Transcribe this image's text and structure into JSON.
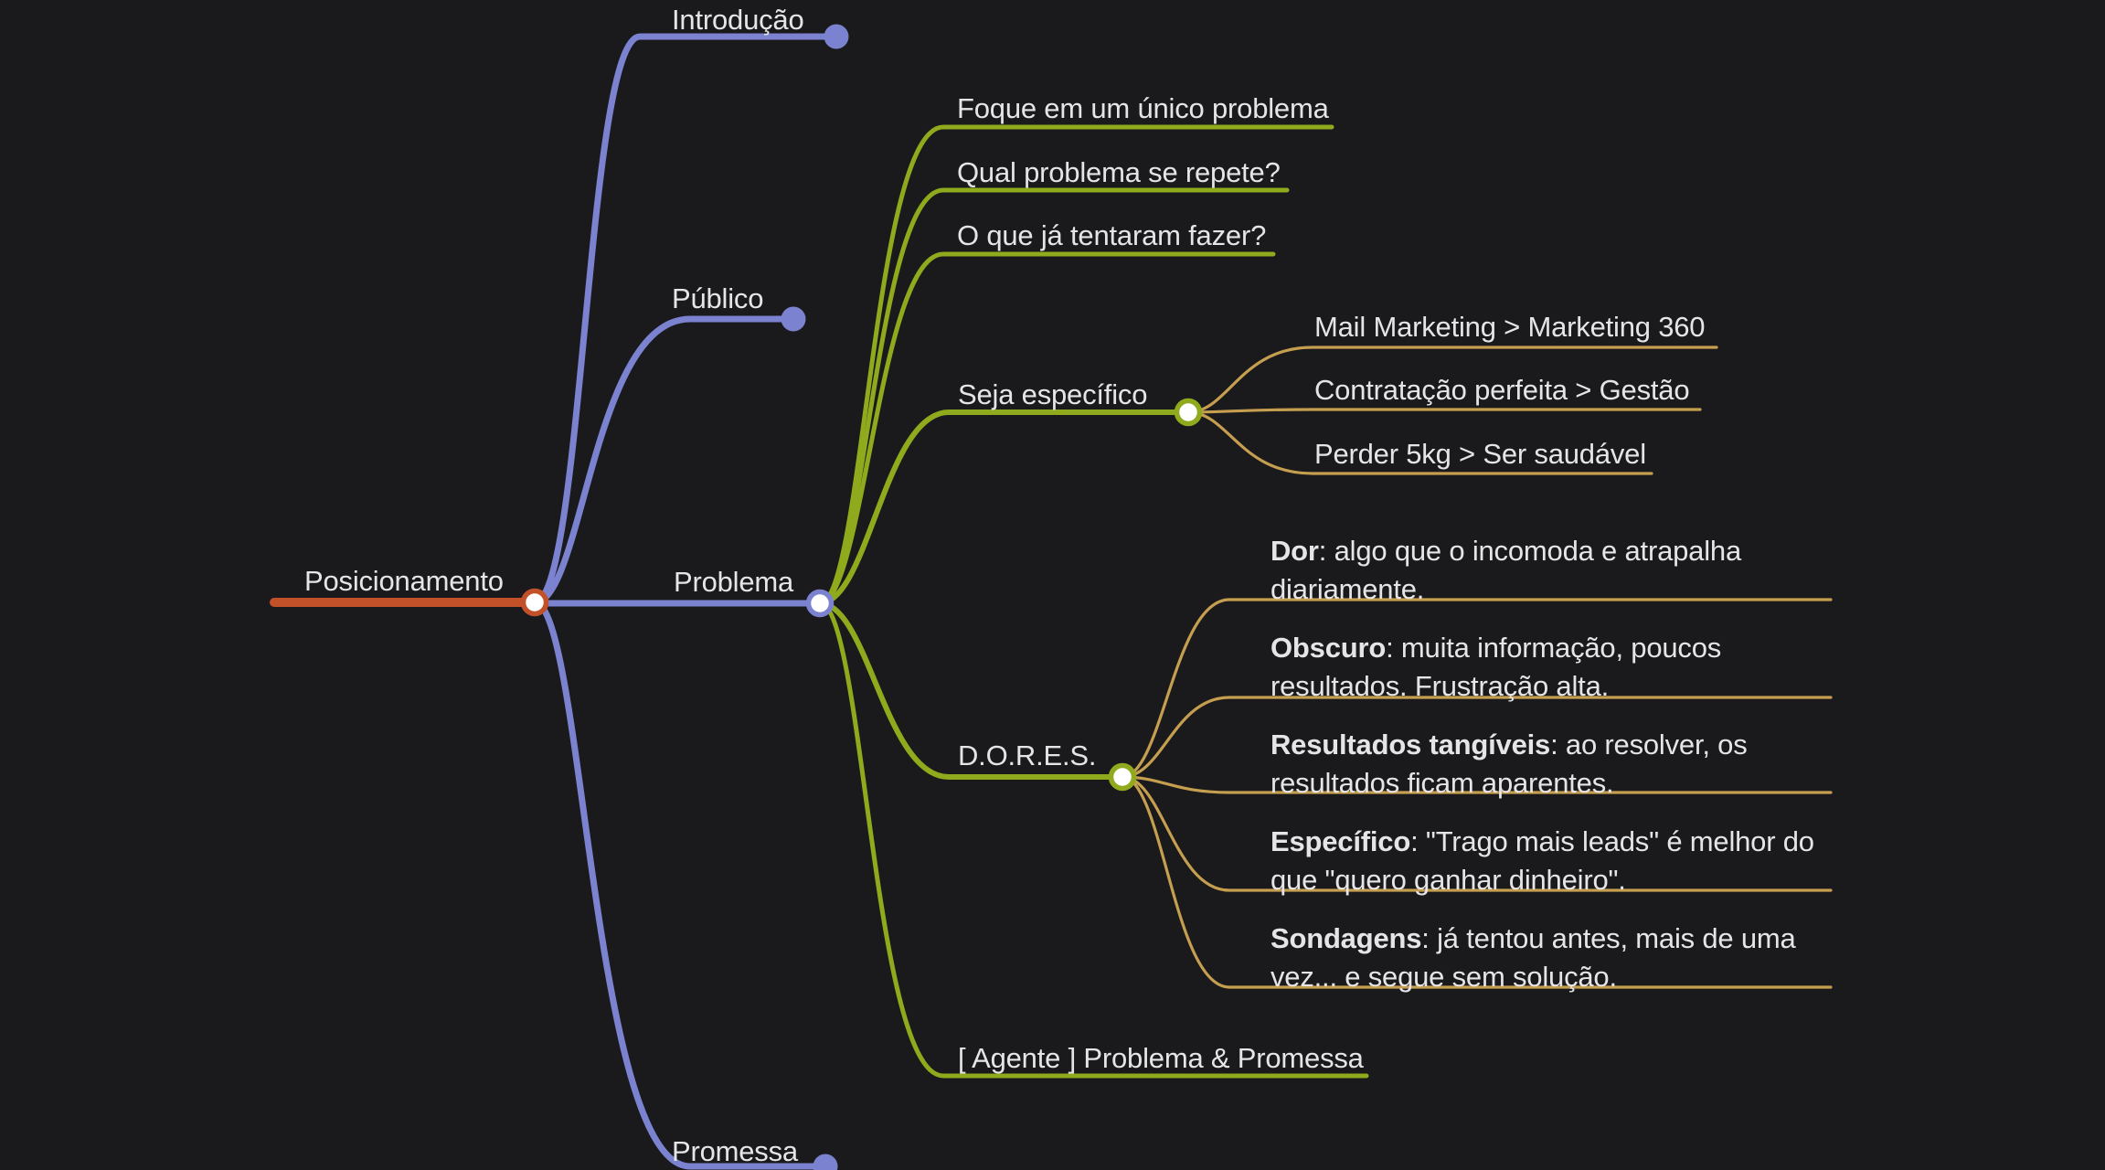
{
  "palette": {
    "background": "#1A1A1C",
    "text": "#E5E5E7",
    "root_branch": "#C25028",
    "level1_branch": "#7B82D0",
    "level2_branch": "#8FAA1D",
    "level3_branch": "#C59F4F",
    "node_fill": "#FFFFFF"
  },
  "root": {
    "label": "Posicionamento"
  },
  "branches": {
    "introducao": {
      "label": "Introdução"
    },
    "publico": {
      "label": "Público"
    },
    "problema": {
      "label": "Problema",
      "children": {
        "foque": {
          "label": "Foque em um único problema"
        },
        "qual": {
          "label": "Qual problema se repete?"
        },
        "o_que": {
          "label": "O que já tentaram fazer?"
        },
        "seja_especifico": {
          "label": "Seja específico",
          "children": [
            {
              "label": "Mail Marketing > Marketing 360"
            },
            {
              "label": "Contratação perfeita > Gestão"
            },
            {
              "label": "Perder 5kg > Ser saudável"
            }
          ]
        },
        "dores": {
          "label": "D.O.R.E.S.",
          "children": [
            {
              "term": "Dor",
              "rest": ": algo que o incomoda e atrapalha diariamente."
            },
            {
              "term": "Obscuro",
              "rest": ": muita informação, poucos resultados. Frustração alta."
            },
            {
              "term": "Resultados tangíveis",
              "rest": ": ao resolver, os resultados ficam aparentes."
            },
            {
              "term": "Específico",
              "rest": ": \"Trago mais leads\" é melhor do que \"quero ganhar dinheiro\"."
            },
            {
              "term": "Sondagens",
              "rest": ": já tentou antes, mais de uma vez... e segue sem solução."
            }
          ]
        },
        "agente": {
          "label": "[ Agente ] Problema & Promessa"
        }
      }
    },
    "promessa": {
      "label": "Promessa"
    }
  }
}
